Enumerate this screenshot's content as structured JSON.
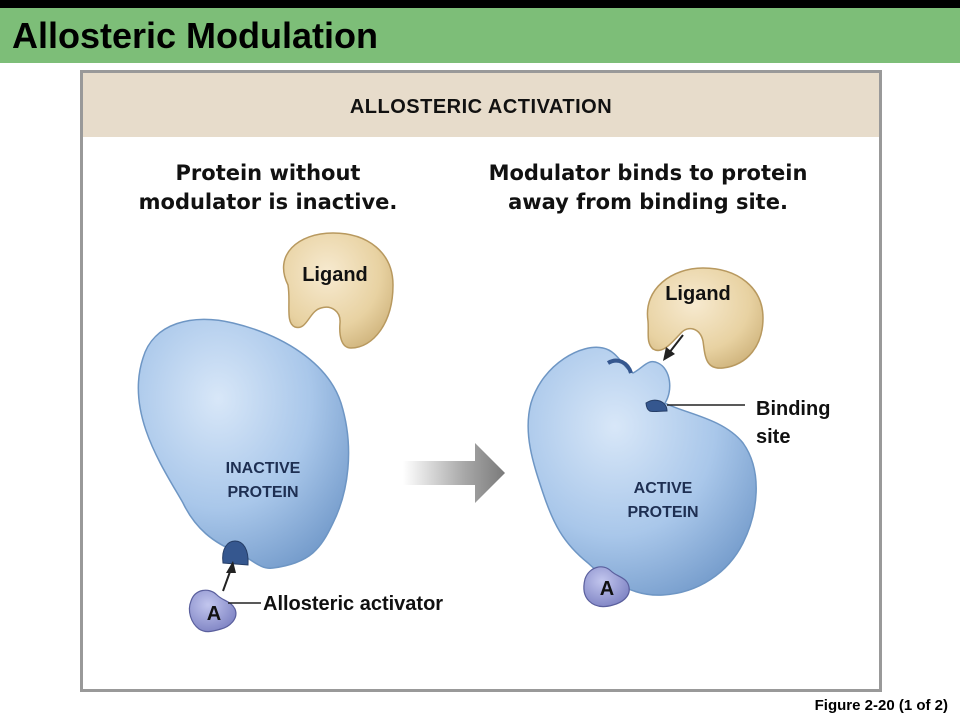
{
  "slide": {
    "title": "Allosteric Modulation"
  },
  "figure": {
    "header": "ALLOSTERIC ACTIVATION",
    "left_caption": [
      "Protein without",
      "modulator is inactive."
    ],
    "right_caption": [
      "Modulator binds to protein",
      "away from binding site."
    ],
    "left_ligand_label": "Ligand",
    "right_ligand_label": "Ligand",
    "inactive_protein_label": [
      "INACTIVE",
      "PROTEIN"
    ],
    "active_protein_label": [
      "ACTIVE",
      "PROTEIN"
    ],
    "binding_site_label": [
      "Binding",
      "site"
    ],
    "activator_letter_left": "A",
    "activator_letter_right": "A",
    "activator_label": "Allosteric activator",
    "colors": {
      "protein_blue": "#a9c7ea",
      "ligand_tan": "#e8d2a2",
      "activator_purple": "#8f94cf",
      "header_bg": "#e7dccb",
      "title_green": "#7dbe78"
    }
  },
  "footer": {
    "figure_ref": "Figure 2-20 (1 of 2)"
  }
}
